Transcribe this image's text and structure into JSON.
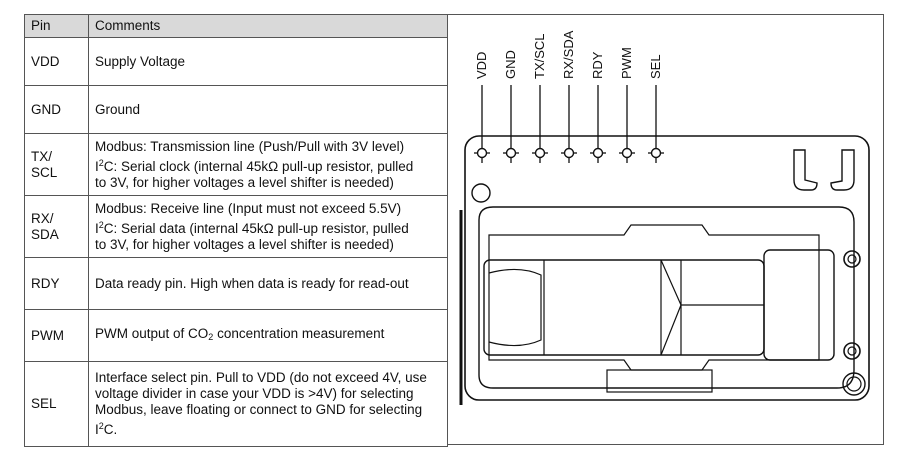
{
  "table": {
    "headers": {
      "pin": "Pin",
      "comments": "Comments"
    },
    "rows": [
      {
        "pin": "VDD",
        "comment_lines": [
          "Supply Voltage"
        ]
      },
      {
        "pin": "GND",
        "comment_lines": [
          "Ground"
        ]
      },
      {
        "pin_lines": [
          "TX/",
          "SCL"
        ],
        "comment_lines": [
          "Modbus: Transmission line (Push/Pull with 3V level)",
          "C: Serial clock (internal 45kΩ pull-up resistor, pulled",
          "to 3V, for higher voltages a level shifter is needed)"
        ]
      },
      {
        "pin_lines": [
          "RX/",
          "SDA"
        ],
        "comment_lines": [
          "Modbus: Receive line (Input must not exceed 5.5V)",
          "C: Serial data (internal 45kΩ pull-up resistor, pulled",
          "to 3V, for higher voltages a level shifter is needed)"
        ]
      },
      {
        "pin": "RDY",
        "comment_lines": [
          "Data ready pin. High when data is ready for read-out"
        ]
      },
      {
        "pin": "PWM",
        "comment_prefix": "PWM output of CO",
        "comment_sub": "2",
        "comment_suffix": " concentration measurement"
      },
      {
        "pin": "SEL",
        "comment_lines": [
          "Interface select pin. Pull to VDD (do not exceed 4V, use",
          "voltage divider in case your VDD is >4V) for selecting",
          "Modbus, leave floating or connect to GND for selecting",
          "C."
        ]
      }
    ],
    "i2c_prefix": "I",
    "i2c_sup": "2"
  },
  "diagram": {
    "pin_labels": [
      "VDD",
      "GND",
      "TX/SCL",
      "RX/SDA",
      "RDY",
      "PWM",
      "SEL"
    ]
  }
}
